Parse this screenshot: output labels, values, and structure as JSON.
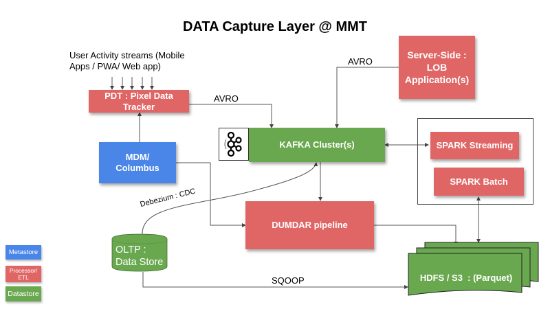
{
  "title": "DATA Capture Layer @ MMT",
  "annotations": {
    "user_activity": "User Activity streams (Mobile Apps / PWA/ Web app)",
    "user_activity_line1": "User Activity streams (Mobile",
    "user_activity_line2": "Apps / PWA/ Web app)",
    "avro_pdt": "AVRO",
    "avro_server": "AVRO",
    "debezium": "Debezium : CDC",
    "sqoop": "SQOOP"
  },
  "nodes": {
    "pdt": {
      "label": "PDT : Pixel Data Tracker",
      "type": "Processor/ETL"
    },
    "server_side": {
      "label": "Server-Side : LOB Application(s)",
      "type": "Processor/ETL"
    },
    "mdm": {
      "label": "MDM/ Columbus",
      "type": "Metastore"
    },
    "kafka": {
      "label": "KAFKA Cluster(s)",
      "type": "Datastore",
      "icon": "kafka-logo-icon"
    },
    "spark_streaming": {
      "label": "SPARK Streaming",
      "type": "Processor/ETL"
    },
    "spark_batch": {
      "label": "SPARK Batch",
      "type": "Processor/ETL"
    },
    "dumdar": {
      "label": "DUMDAR pipeline",
      "type": "Processor/ETL"
    },
    "oltp": {
      "label": "OLTP : Data Store",
      "line1": "OLTP :",
      "line2": "Data Store",
      "type": "Datastore"
    },
    "hdfs": {
      "label": "HDFS / S3  : (Parquet)",
      "type": "Datastore"
    }
  },
  "edges": [
    {
      "from": "user_activity",
      "to": "pdt",
      "label": ""
    },
    {
      "from": "pdt",
      "to": "kafka",
      "label": "AVRO"
    },
    {
      "from": "server_side",
      "to": "kafka",
      "label": "AVRO"
    },
    {
      "from": "mdm",
      "to": "pdt",
      "label": ""
    },
    {
      "from": "mdm",
      "to": "dumdar",
      "label": ""
    },
    {
      "from": "kafka",
      "to": "spark_streaming",
      "label": "",
      "bidirectional": true
    },
    {
      "from": "kafka",
      "to": "dumdar",
      "label": ""
    },
    {
      "from": "oltp",
      "to": "kafka",
      "label": "Debezium : CDC"
    },
    {
      "from": "dumdar",
      "to": "hdfs",
      "label": ""
    },
    {
      "from": "spark_batch",
      "to": "hdfs",
      "label": "",
      "bidirectional": true
    },
    {
      "from": "oltp",
      "to": "hdfs",
      "label": "SQOOP"
    }
  ],
  "legend": [
    {
      "label": "Metastore",
      "color": "#4a86e8"
    },
    {
      "label": "Processor/ ETL",
      "color": "#e06666"
    },
    {
      "label": "Datastore",
      "color": "#6aa84f"
    }
  ],
  "colors": {
    "processor": "#e06666",
    "datastore": "#6aa84f",
    "metastore": "#4a86e8"
  }
}
